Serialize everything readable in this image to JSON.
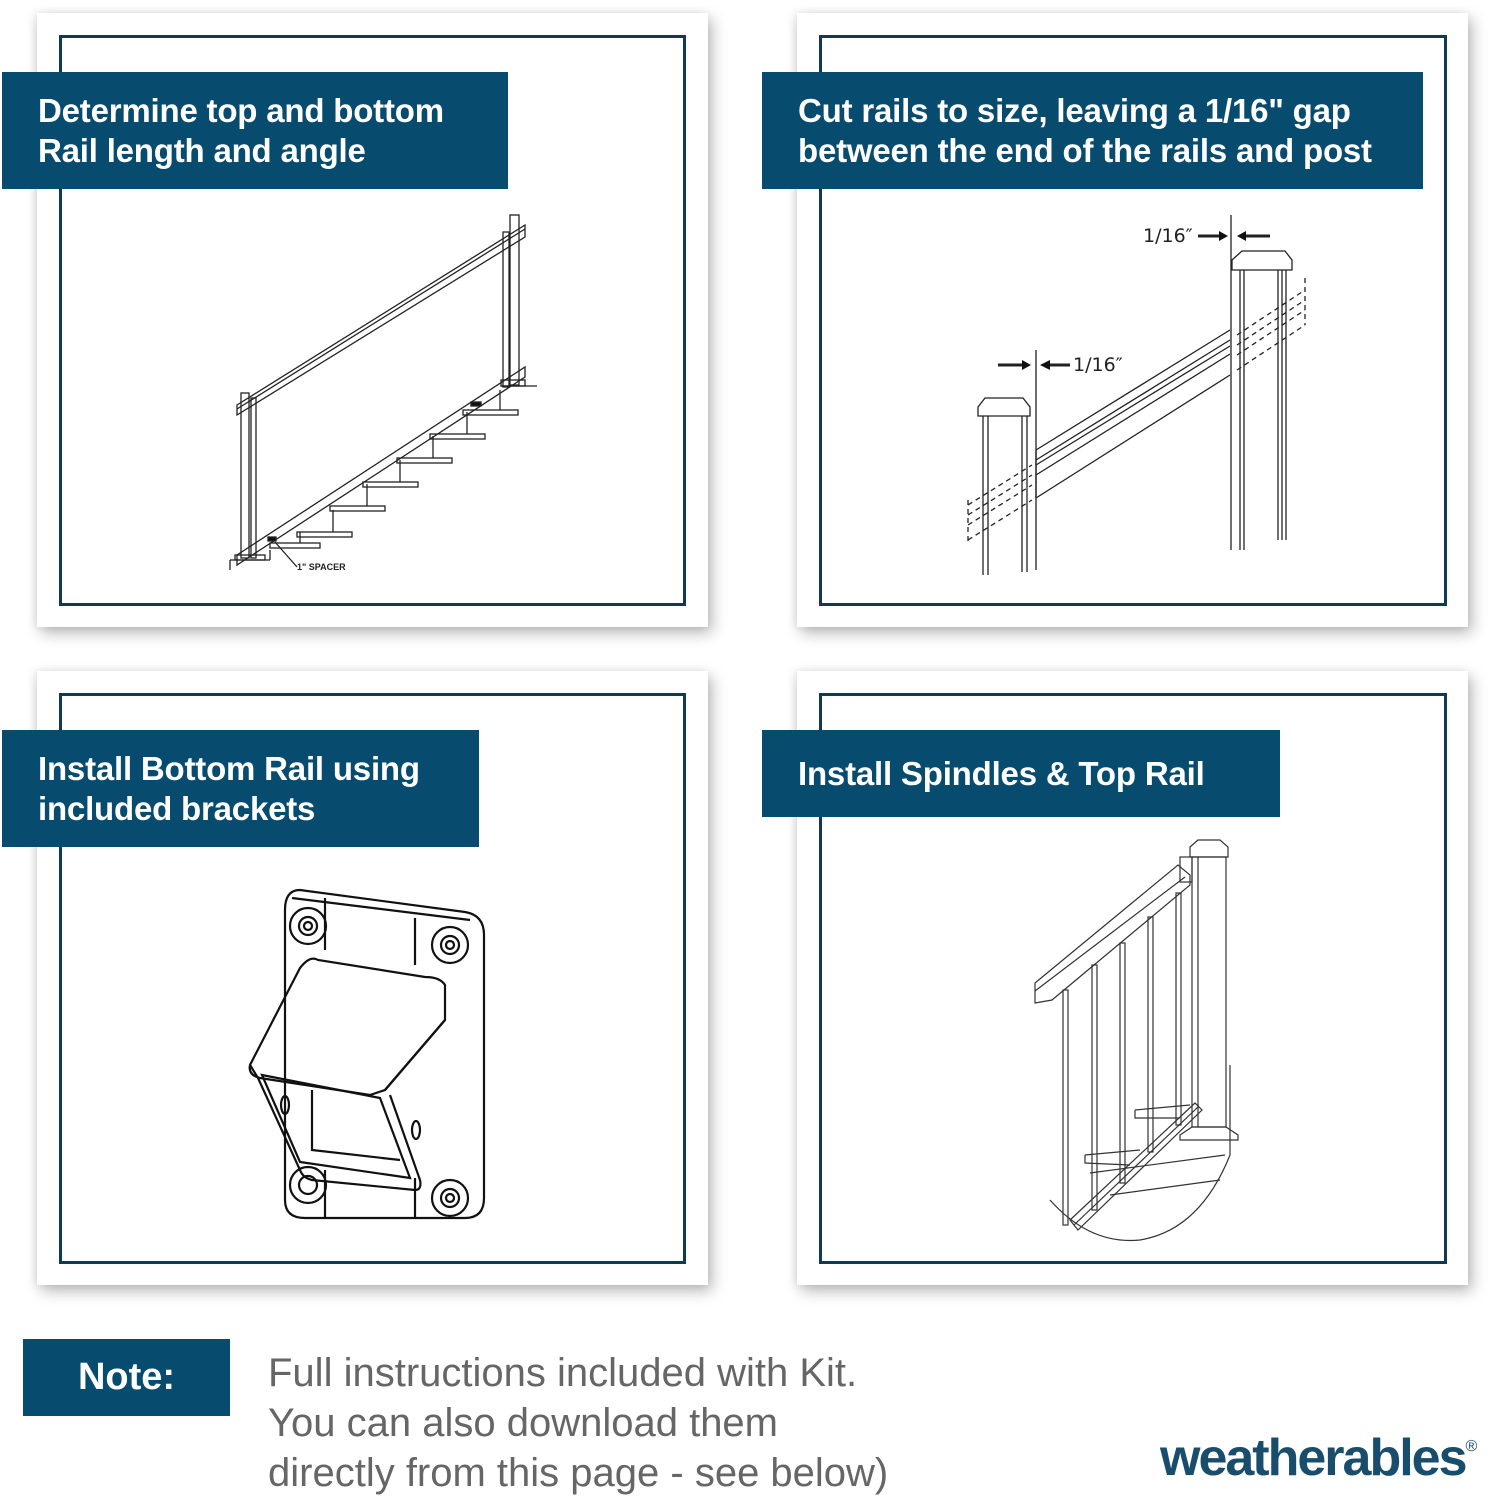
{
  "colors": {
    "banner_bg": "#074c6e",
    "frame_border": "#0f3a4f",
    "logo": "#184d6c",
    "note_text": "#666666"
  },
  "steps": [
    {
      "title_lines": [
        "Determine top and bottom",
        "Rail length and angle"
      ],
      "illustration": "stair-rail-side-view",
      "callout": "1\" SPACER"
    },
    {
      "title_lines": [
        "Cut rails to size, leaving a 1/16\" gap",
        "between the end of the rails and post"
      ],
      "illustration": "rail-gap-posts",
      "dimension_labels": [
        "1/16″",
        "1/16″"
      ]
    },
    {
      "title_lines": [
        "Install Bottom Rail using",
        "included brackets"
      ],
      "illustration": "angled-rail-bracket"
    },
    {
      "title_lines": [
        "Install Spindles & Top Rail"
      ],
      "illustration": "stair-spindles-post"
    }
  ],
  "note": {
    "label": "Note:",
    "lines": [
      "Full instructions included with Kit.",
      "You can also download them",
      "directly from this page - see below)"
    ]
  },
  "brand": {
    "name": "weatherables",
    "mark": "®"
  }
}
